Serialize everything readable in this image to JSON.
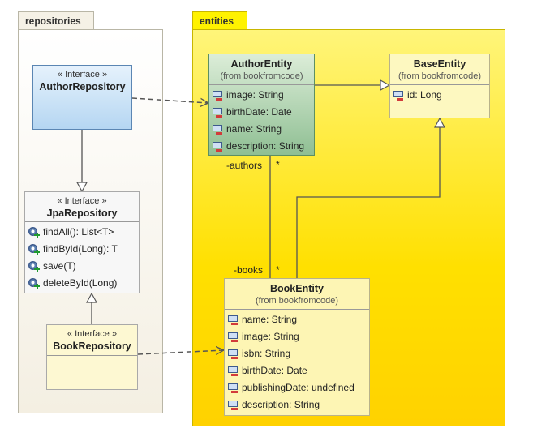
{
  "packages": {
    "repositories": {
      "label": "repositories"
    },
    "entities": {
      "label": "entities"
    }
  },
  "classes": {
    "author_repository": {
      "stereotype": "« Interface »",
      "name": "AuthorRepository"
    },
    "jpa_repository": {
      "stereotype": "« Interface »",
      "name": "JpaRepository",
      "operations": [
        "findAll(): List<T>",
        "findById(Long): T",
        "save(T)",
        "deleteById(Long)"
      ]
    },
    "book_repository": {
      "stereotype": "« Interface »",
      "name": "BookRepository"
    },
    "author_entity": {
      "name": "AuthorEntity",
      "from": "(from bookfromcode)",
      "attributes": [
        "image: String",
        "birthDate: Date",
        "name: String",
        "description: String"
      ]
    },
    "base_entity": {
      "name": "BaseEntity",
      "from": "(from bookfromcode)",
      "attributes": [
        "id: Long"
      ]
    },
    "book_entity": {
      "name": "BookEntity",
      "from": "(from bookfromcode)",
      "attributes": [
        "name: String",
        "image: String",
        "isbn: String",
        "birthDate: Date",
        "publishingDate: undefined",
        "description: String"
      ]
    }
  },
  "associations": {
    "authors_role": "-authors",
    "authors_multiplicity": "*",
    "books_role": "-books",
    "books_multiplicity": "*"
  },
  "icons": {
    "attribute": "private-attribute-icon",
    "operation": "public-operation-icon"
  },
  "colors": {
    "entities_package": "#ffe000",
    "author_entity": "#8fbf93",
    "author_repository": "#b5d6f2",
    "edge": "#555555"
  }
}
